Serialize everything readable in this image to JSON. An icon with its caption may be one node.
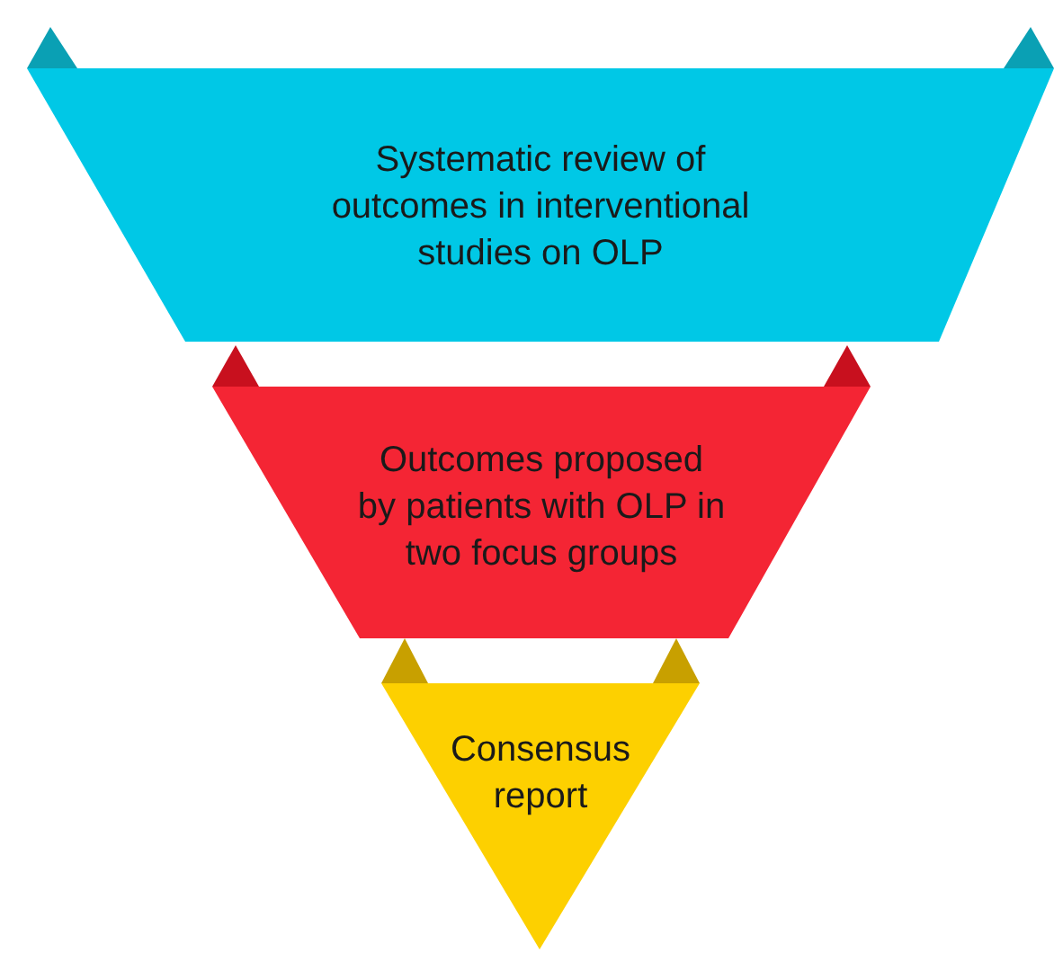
{
  "diagram": {
    "nodes": [
      {
        "text": [
          "Systematic review of outcomes in interventional studies on OLP"
        ]
      },
      {
        "text": [
          "Outcomes proposed by patients with OLP in two focus groups"
        ]
      },
      {
        "text": [
          "Consensus report"
        ]
      }
    ]
  }
}
